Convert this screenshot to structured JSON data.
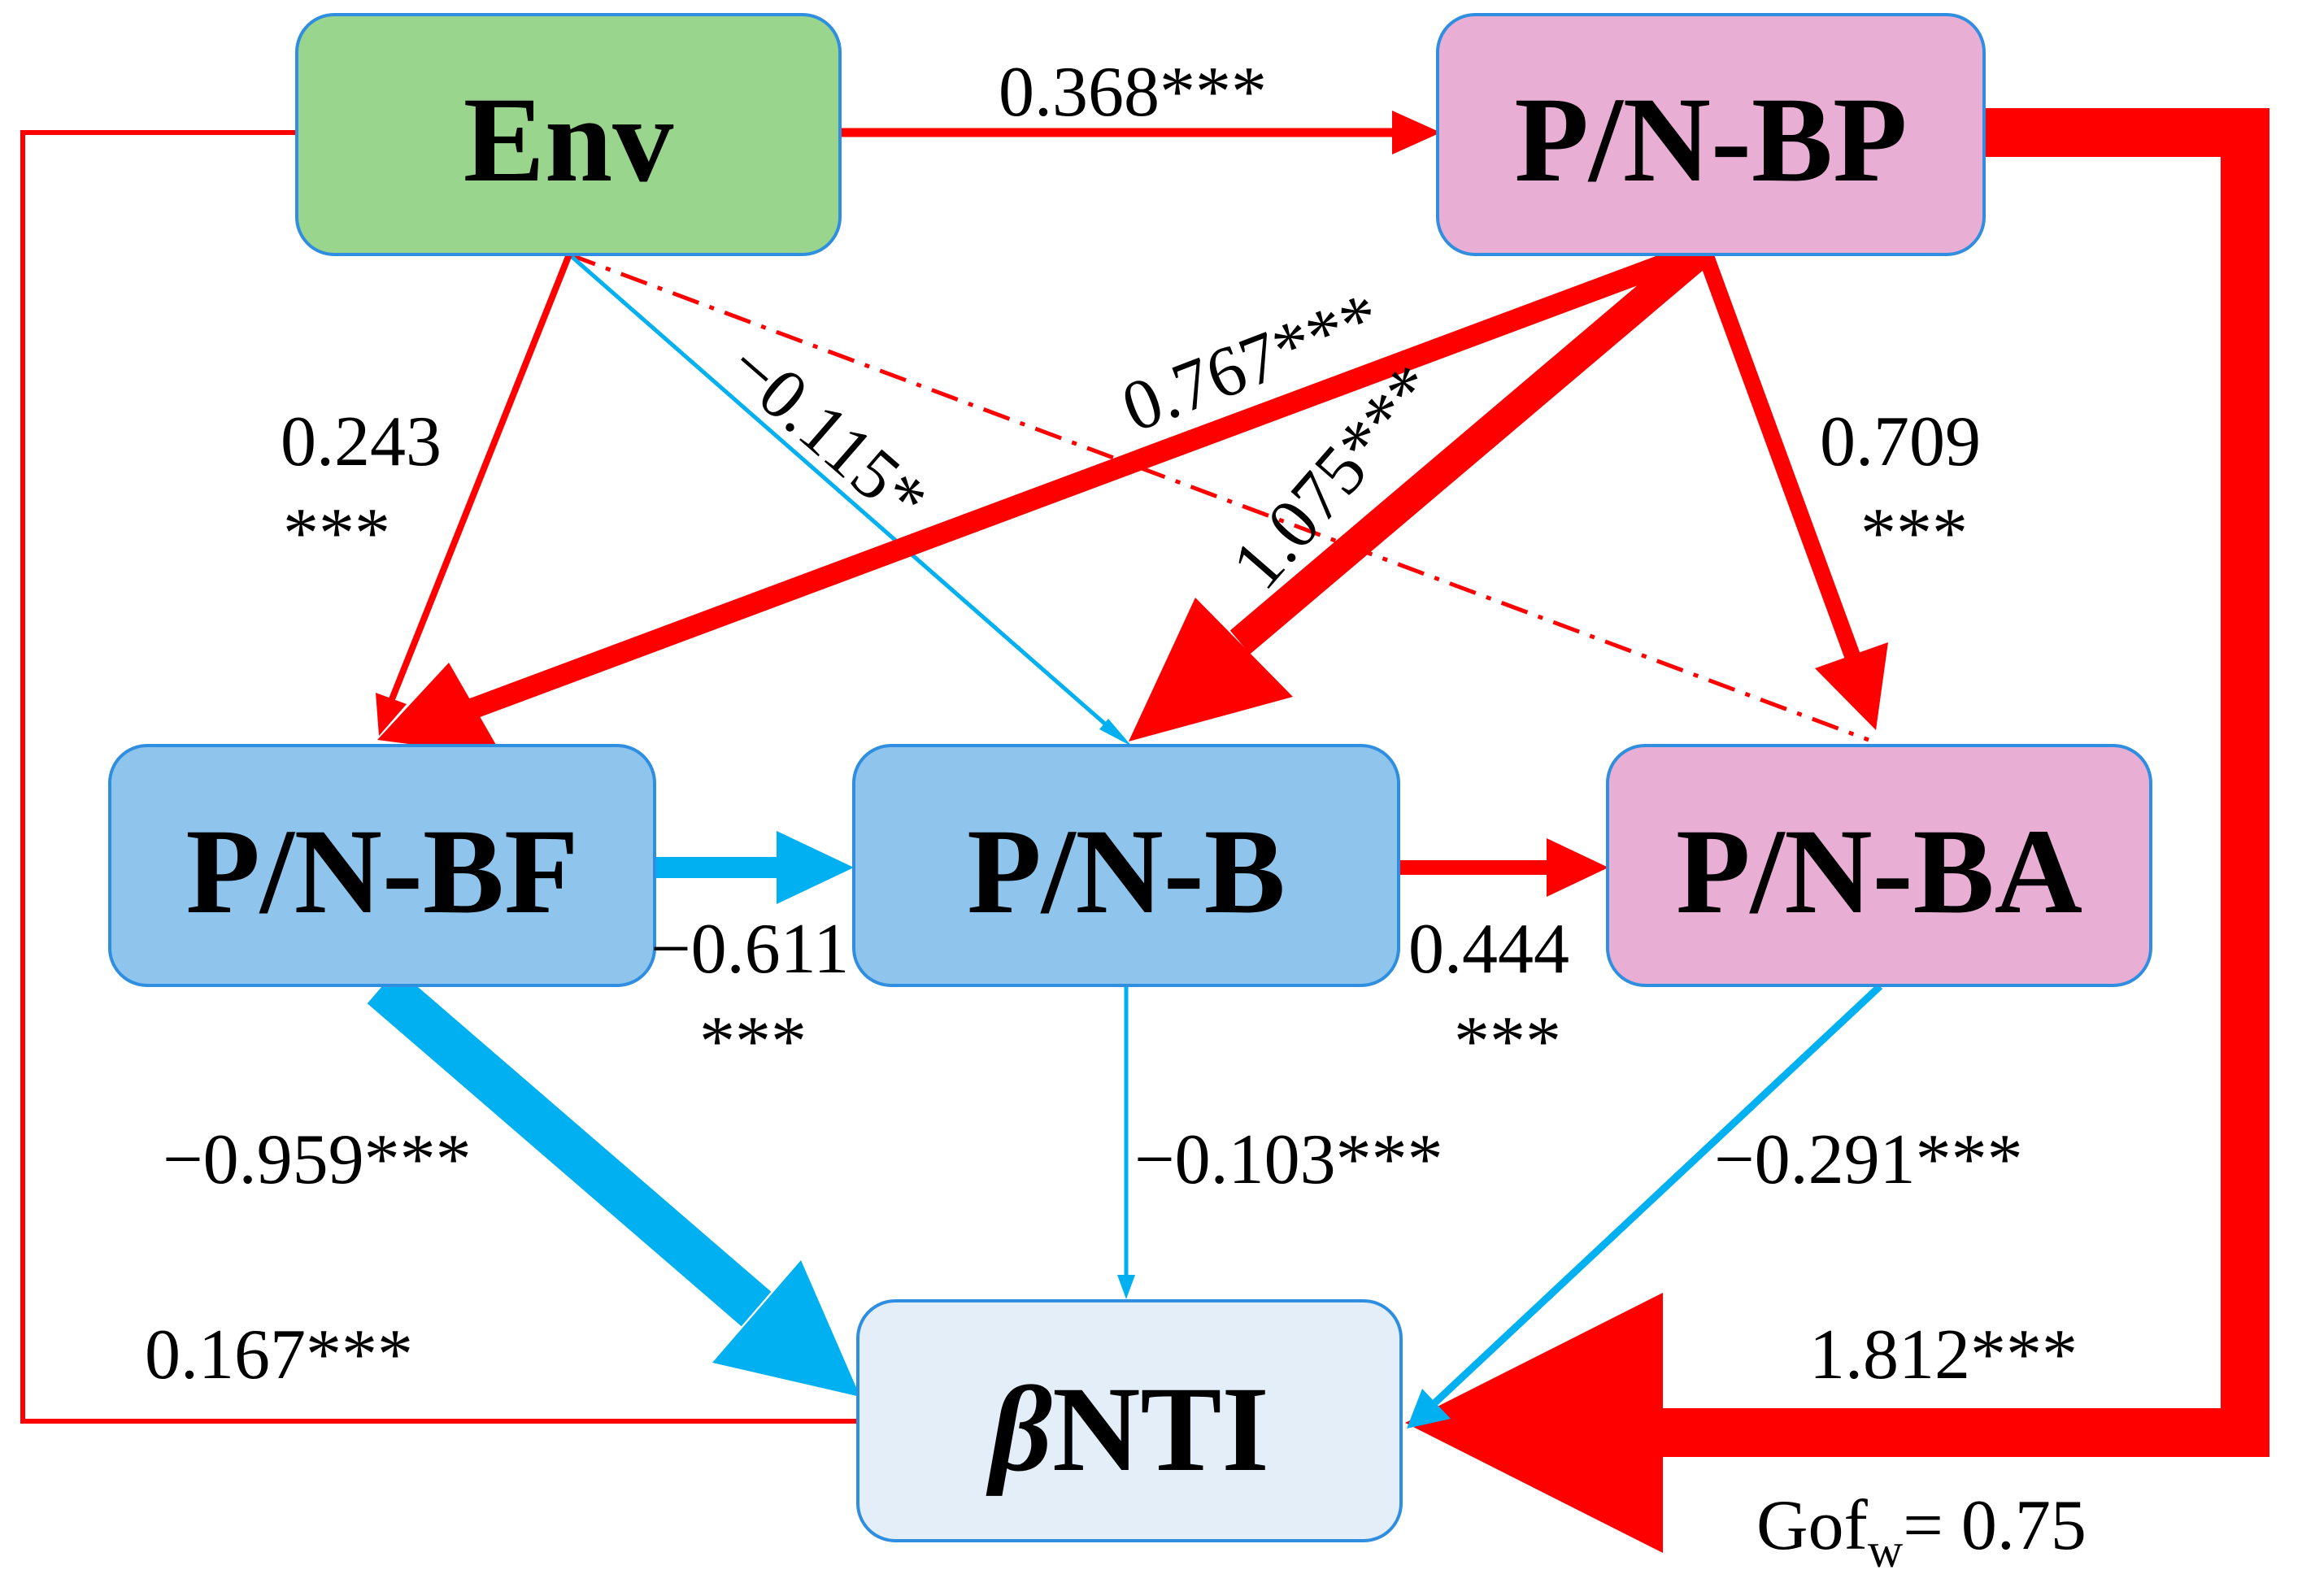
{
  "colors": {
    "positive": "#ff0000",
    "negative": "#00b0f0",
    "env_fill": "#99d58c",
    "bp_fill": "#e8aed4",
    "b_fill": "#8fc5ec",
    "beta_fill": "#e3eef9",
    "border": "#2f8ee0"
  },
  "nodes": {
    "env": "Env",
    "bp": "P/N-BP",
    "bf": "P/N-BF",
    "b": "P/N-B",
    "ba": "P/N-BA",
    "beta_symbol": "β",
    "beta_rest": "NTI"
  },
  "paths": {
    "env_bp": "0.368***",
    "env_bf_value": "0.243",
    "env_bf_sig": "***",
    "env_b": "−0.115*",
    "bp_bf": "0.767***",
    "bp_b": "1.075***",
    "bp_ba_value": "0.709",
    "bp_ba_sig": "***",
    "bf_b_value": "−0.611",
    "bf_b_sig": "***",
    "b_ba_value": "0.444",
    "b_ba_sig": "***",
    "bf_beta": "−0.959***",
    "b_beta": "−0.103***",
    "ba_beta": "−0.291***",
    "env_beta": "0.167***",
    "bp_beta": "1.812***"
  },
  "fit": {
    "prefix": "Gof",
    "subscript": "w",
    "suffix": "= 0.75"
  }
}
